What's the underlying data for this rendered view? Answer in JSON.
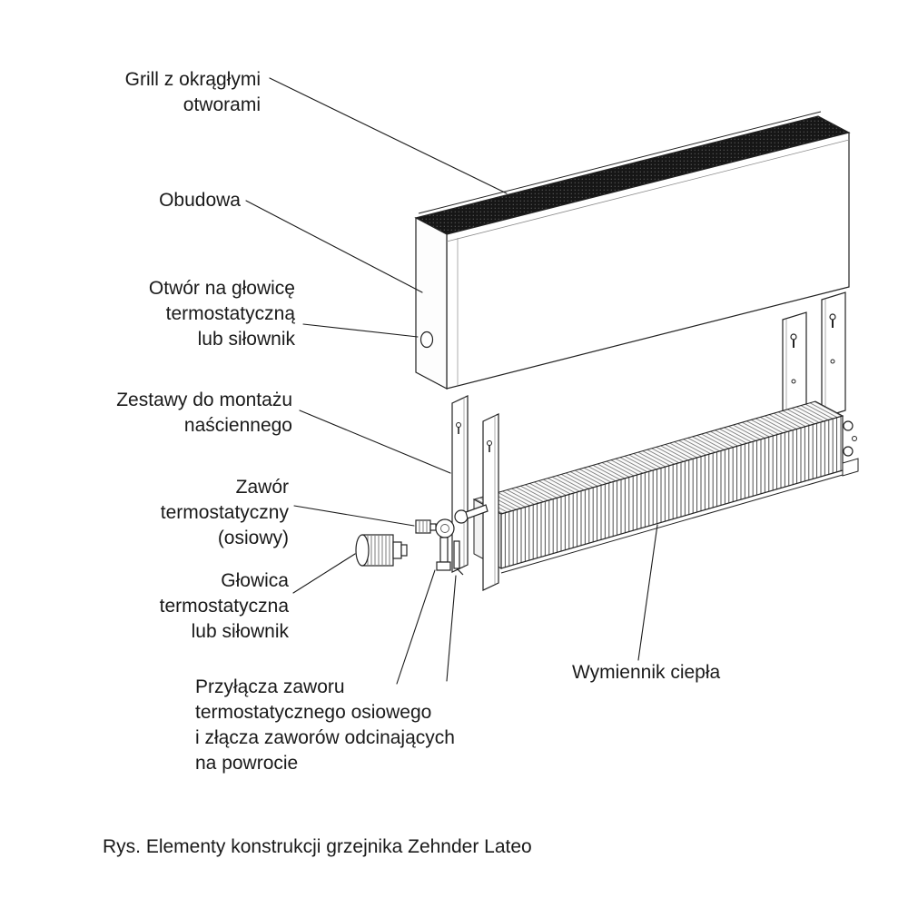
{
  "colors": {
    "ink": "#1a1a1a",
    "grill_dark": "#161616"
  },
  "figure": {
    "caption": "Rys. Elementy konstrukcji grzejnika Zehnder Lateo"
  },
  "labels": {
    "grill": {
      "lines": [
        "Grill z okrągłymi",
        "otworami"
      ]
    },
    "obudowa": {
      "lines": [
        "Obudowa"
      ]
    },
    "otwor_glowica": {
      "lines": [
        "Otwór na głowicę",
        "termostatyczną",
        "lub siłownik"
      ]
    },
    "zestawy": {
      "lines": [
        "Zestawy do montażu",
        "naściennego"
      ]
    },
    "zawor": {
      "lines": [
        "Zawór",
        "termostatyczny",
        "(osiowy)"
      ]
    },
    "glowica": {
      "lines": [
        "Głowica",
        "termostatyczna",
        "lub siłownik"
      ]
    },
    "przylacza": {
      "lines": [
        "Przyłącza zaworu",
        "termostatycznego osiowego",
        "i złącza zaworów odcinających",
        "na powrocie"
      ]
    },
    "wymiennik": {
      "lines": [
        "Wymiennik ciepła"
      ]
    }
  }
}
